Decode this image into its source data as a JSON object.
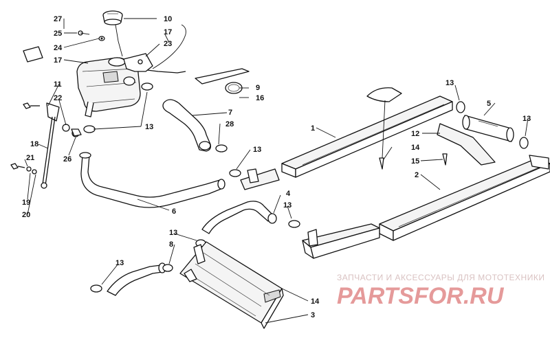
{
  "callouts": {
    "c27": "27",
    "c25": "25",
    "c24": "24",
    "c17a": "17",
    "c10": "10",
    "c17b": "17",
    "c23": "23",
    "c9": "9",
    "c16": "16",
    "c11": "11",
    "c22": "22",
    "c13a": "13",
    "c7": "7",
    "c28": "28",
    "c18": "18",
    "c26": "26",
    "c21": "21",
    "c19": "19",
    "c20": "20",
    "c6": "6",
    "c13b": "13",
    "c1": "1",
    "c13c": "13",
    "c5": "5",
    "c13d": "13",
    "c12": "12",
    "c14a": "14",
    "c15": "15",
    "c2": "2",
    "c4": "4",
    "c13e": "13",
    "c13f": "13",
    "c8": "8",
    "c13g": "13",
    "c14b": "14",
    "c3": "3"
  },
  "watermark": {
    "line1": "ЗАПЧАСТИ И АКСЕССУАРЫ ДЛЯ МОТОТЕХНИКИ",
    "line2": "PARTSFOR.RU"
  },
  "colors": {
    "ink": "#111111",
    "watermark": "#e59a9a"
  }
}
